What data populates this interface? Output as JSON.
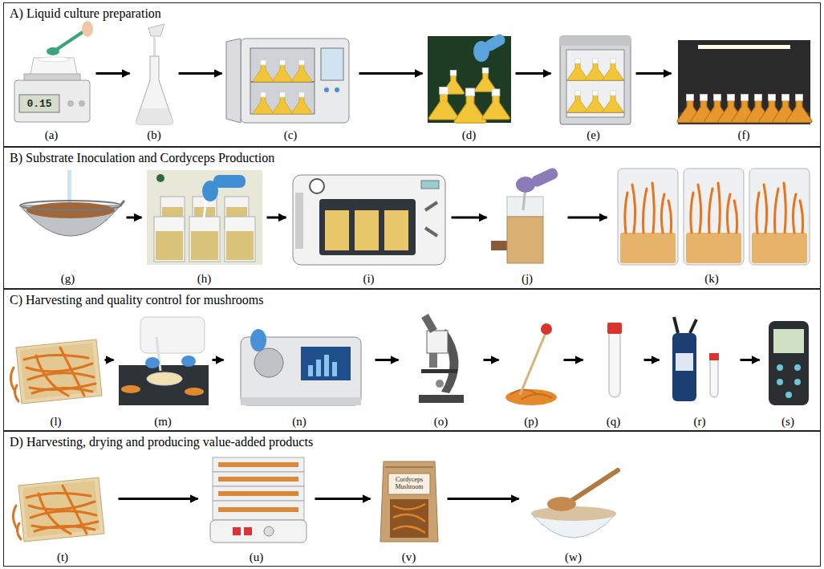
{
  "diagram": {
    "nodes": [
      {
        "text": [
          "A) Liquid culture preparation"
        ]
      },
      {
        "text": [
          "(a)"
        ],
        "in": 0
      },
      {
        "text": [
          "(b)"
        ],
        "in": 0
      },
      {
        "text": [
          "(c)"
        ],
        "in": 0
      },
      {
        "text": [
          "(d)"
        ],
        "in": 0
      },
      {
        "text": [
          "(e)"
        ],
        "in": 0
      },
      {
        "text": [
          "(f)"
        ],
        "in": 0
      },
      {
        "text": [
          "B) Substrate Inoculation and Cordyceps Production"
        ]
      },
      {
        "text": [
          "(g)"
        ],
        "in": 7
      },
      {
        "text": [
          "(h)"
        ],
        "in": 7
      },
      {
        "text": [
          "(i)"
        ],
        "in": 7
      },
      {
        "text": [
          "(j)"
        ],
        "in": 7
      },
      {
        "text": [
          "(k)"
        ],
        "in": 7
      },
      {
        "text": [
          "C) Harvesting and quality control for mushrooms"
        ]
      },
      {
        "text": [
          "(l)"
        ],
        "in": 13
      },
      {
        "text": [
          "(m)"
        ],
        "in": 13
      },
      {
        "text": [
          "(n)"
        ],
        "in": 13
      },
      {
        "text": [
          "(o)"
        ],
        "in": 13
      },
      {
        "text": [
          "(p)"
        ],
        "in": 13
      },
      {
        "text": [
          "(q)"
        ],
        "in": 13
      },
      {
        "text": [
          "(r)"
        ],
        "in": 13
      },
      {
        "text": [
          "(s)"
        ],
        "in": 13
      },
      {
        "text": [
          "D) Harvesting, drying and producing value-added products"
        ]
      },
      {
        "text": [
          "(t)"
        ],
        "in": 22
      },
      {
        "text": [
          "(u)"
        ],
        "in": 22
      },
      {
        "text": [
          "(v)"
        ],
        "in": 22
      },
      {
        "text": [
          "(w)"
        ],
        "in": 22
      }
    ],
    "edges": [
      {
        "from": 1,
        "to": 2,
        "arrow": "to"
      },
      {
        "from": 2,
        "to": 3,
        "arrow": "to"
      },
      {
        "from": 3,
        "to": 4,
        "arrow": "to"
      },
      {
        "from": 4,
        "to": 5,
        "arrow": "to"
      },
      {
        "from": 5,
        "to": 6,
        "arrow": "to"
      },
      {
        "from": 8,
        "to": 9,
        "arrow": "to"
      },
      {
        "from": 9,
        "to": 10,
        "arrow": "to"
      },
      {
        "from": 10,
        "to": 11,
        "arrow": "to"
      },
      {
        "from": 11,
        "to": 12,
        "arrow": "to"
      },
      {
        "from": 14,
        "to": 15,
        "arrow": "to"
      },
      {
        "from": 15,
        "to": 16,
        "arrow": "to"
      },
      {
        "from": 16,
        "to": 17,
        "arrow": "to"
      },
      {
        "from": 17,
        "to": 18,
        "arrow": "to"
      },
      {
        "from": 18,
        "to": 19,
        "arrow": "to"
      },
      {
        "from": 19,
        "to": 20,
        "arrow": "to"
      },
      {
        "from": 20,
        "to": 21,
        "arrow": "to"
      },
      {
        "from": 23,
        "to": 24,
        "arrow": "to"
      },
      {
        "from": 24,
        "to": 25,
        "arrow": "to"
      },
      {
        "from": 25,
        "to": 26,
        "arrow": "to"
      }
    ],
    "labels": [
      "0.15",
      "Cordyceps Mushroom"
    ]
  }
}
